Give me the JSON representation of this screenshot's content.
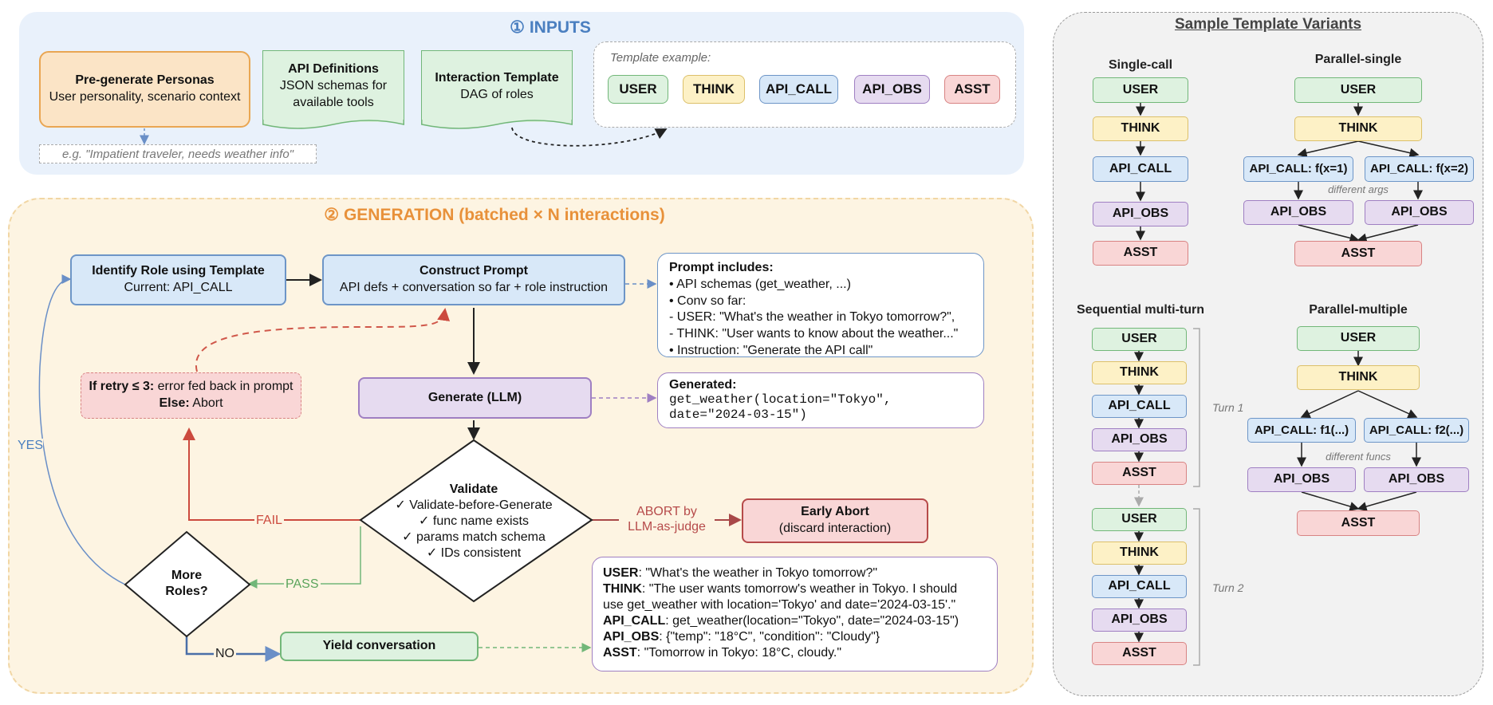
{
  "inputs": {
    "title": "① INPUTS",
    "personas": {
      "title": "Pre-generate Personas",
      "desc": "User personality, scenario context"
    },
    "persona_example": "e.g. \"Impatient traveler, needs weather info\"",
    "api_defs": {
      "title": "API Definitions",
      "line1": "JSON schemas for",
      "line2": "available tools"
    },
    "template": {
      "title": "Interaction Template",
      "desc": "DAG of roles"
    },
    "template_example_label": "Template example:",
    "chain": [
      "USER",
      "THINK",
      "API_CALL",
      "API_OBS",
      "ASST"
    ]
  },
  "generation": {
    "title": "② GENERATION (batched × N interactions)",
    "identify": {
      "title": "Identify Role using Template",
      "current": "Current: API_CALL"
    },
    "construct": {
      "title": "Construct Prompt",
      "desc": "API defs + conversation so far + role instruction"
    },
    "prompt_includes": {
      "title": "Prompt includes:",
      "lines": [
        "• API schemas (get_weather, ...)",
        "• Conv so far:",
        "- USER: \"What's the weather in Tokyo tomorrow?\",",
        "- THINK: \"User wants to know about the weather...\"",
        "• Instruction: \"Generate the API call\""
      ]
    },
    "retry": {
      "cond": "If retry ≤ 3:",
      "cond_rest": " error fed back in prompt",
      "else": "Else:",
      "else_rest": " Abort"
    },
    "generate": "Generate (LLM)",
    "generated": {
      "title": "Generated:",
      "line1": "get_weather(location=\"Tokyo\",",
      "line2": "date=\"2024-03-15\")"
    },
    "validate": {
      "title": "Validate",
      "checks": [
        "✓ Validate-before-Generate",
        "✓ func name exists",
        "✓ params match schema",
        "✓ IDs consistent"
      ]
    },
    "early_abort": {
      "title": "Early Abort",
      "desc": "(discard interaction)"
    },
    "abort_label": {
      "line1": "ABORT by",
      "line2": "LLM-as-judge"
    },
    "more_roles": {
      "line1": "More",
      "line2": "Roles?"
    },
    "labels": {
      "yes": "YES",
      "fail": "FAIL",
      "pass": "PASS",
      "no": "NO"
    },
    "yield": "Yield conversation",
    "conversation": [
      {
        "role": "USER",
        "text": ": \"What's the weather in Tokyo tomorrow?\""
      },
      {
        "role": "THINK",
        "text": ": \"The user wants tomorrow's weather in Tokyo. I should"
      },
      {
        "role": "",
        "text": "use get_weather with location='Tokyo' and date='2024-03-15'.\""
      },
      {
        "role": "API_CALL",
        "text": ": get_weather(location=\"Tokyo\", date=\"2024-03-15\")"
      },
      {
        "role": "API_OBS",
        "text": ": {\"temp\": \"18°C\", \"condition\": \"Cloudy\"}"
      },
      {
        "role": "ASST",
        "text": ": \"Tomorrow in Tokyo: 18°C, cloudy.\""
      }
    ]
  },
  "variants": {
    "title": "Sample Template Variants",
    "single_call": {
      "title": "Single-call",
      "nodes": [
        "USER",
        "THINK",
        "API_CALL",
        "API_OBS",
        "ASST"
      ]
    },
    "parallel_single": {
      "title": "Parallel-single",
      "user": "USER",
      "think": "THINK",
      "call1": "API_CALL: f(x=1)",
      "call2": "API_CALL: f(x=2)",
      "note": "different args",
      "obs1": "API_OBS",
      "obs2": "API_OBS",
      "asst": "ASST"
    },
    "sequential": {
      "title": "Sequential multi-turn",
      "turn1": [
        "USER",
        "THINK",
        "API_CALL",
        "API_OBS",
        "ASST"
      ],
      "turn2": [
        "USER",
        "THINK",
        "API_CALL",
        "API_OBS",
        "ASST"
      ],
      "turn1_label": "Turn 1",
      "turn2_label": "Turn 2"
    },
    "parallel_multiple": {
      "title": "Parallel-multiple",
      "user": "USER",
      "think": "THINK",
      "call1": "API_CALL: f1(...)",
      "call2": "API_CALL: f2(...)",
      "note": "different funcs",
      "obs1": "API_OBS",
      "obs2": "API_OBS",
      "asst": "ASST"
    }
  },
  "colors": {
    "inputs_title": "#4a7fc0",
    "gen_title": "#e8913a",
    "fail": "#cc4a3e",
    "pass": "#5ba55c",
    "yes": "#4a7fc0",
    "abort": "#b64a4a"
  }
}
